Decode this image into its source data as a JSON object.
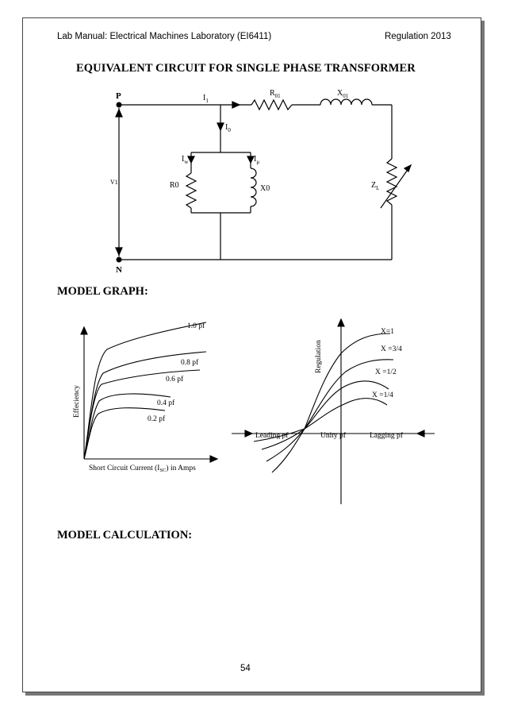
{
  "header": {
    "left": "Lab Manual: Electrical Machines Laboratory (EI6411)",
    "right": "Regulation 2013"
  },
  "title": "EQUIVALENT CIRCUIT FOR SINGLE PHASE TRANSFORMER",
  "circuit": {
    "node_p": "P",
    "node_n": "N",
    "v1": "V1",
    "i1": "I",
    "i1_sub": "1",
    "i0": "I",
    "i0_sub": "0",
    "iw": "I",
    "iw_sub": "w",
    "imu": "I",
    "imu_sub": "μ",
    "r0": "R0",
    "x0": "X0",
    "r01": "R",
    "r01_sub": "01",
    "x01": "X",
    "x01_sub": "01",
    "zl": "Z",
    "zl_sub": "L"
  },
  "model_graph_heading": "MODEL GRAPH:",
  "efficiency_chart": {
    "ylabel": "Effeciency",
    "xlabel_pre": "Short Circuit Current (I",
    "xlabel_sub": "SC",
    "xlabel_post": ") in Amps",
    "curve_labels": [
      "1.0 pf",
      "0.8 pf",
      "0.6 pf",
      "0.4 pf",
      "0.2 pf"
    ]
  },
  "regulation_chart": {
    "ylabel": "Regulation",
    "leading": "Leading pf",
    "unity": "Unity pf",
    "lagging": "Lagging pf",
    "curve_labels": [
      "X=1",
      "X =3/4",
      "X =1/2",
      "X =1/4"
    ]
  },
  "model_calc_heading": "MODEL CALCULATION:",
  "page_number": "54"
}
